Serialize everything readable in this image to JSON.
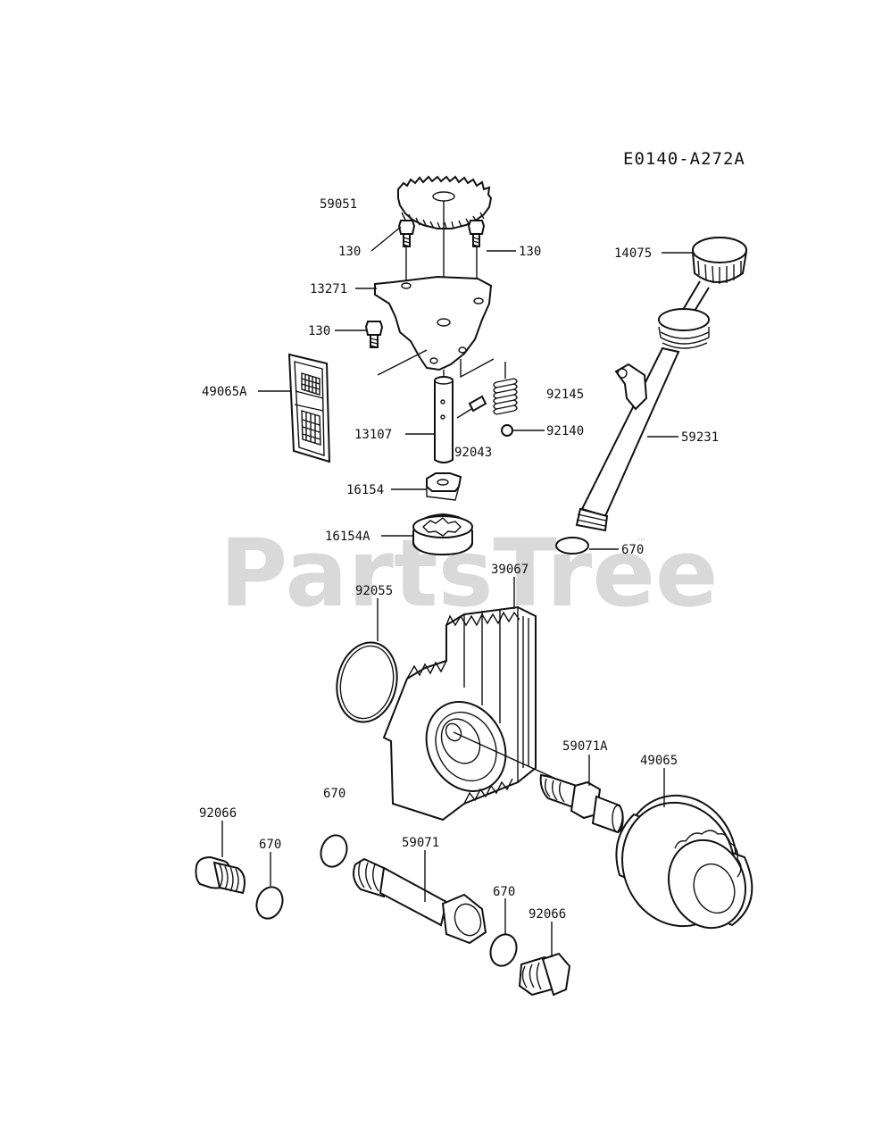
{
  "diagram_code": "E0140-A272A",
  "watermark": {
    "text": "PartsTree",
    "mark": "™"
  },
  "labels": [
    {
      "id": "gear",
      "text": "59051"
    },
    {
      "id": "bolt-left",
      "text": "130"
    },
    {
      "id": "bolt-right",
      "text": "130"
    },
    {
      "id": "plate",
      "text": "13271"
    },
    {
      "id": "bolt-lower",
      "text": "130"
    },
    {
      "id": "screen",
      "text": "49065A"
    },
    {
      "id": "spring",
      "text": "92145"
    },
    {
      "id": "shaft",
      "text": "13107"
    },
    {
      "id": "pin",
      "text": "92043"
    },
    {
      "id": "ball",
      "text": "92140"
    },
    {
      "id": "rotor-inner",
      "text": "16154"
    },
    {
      "id": "rotor-outer",
      "text": "16154A"
    },
    {
      "id": "dipstick",
      "text": "14075"
    },
    {
      "id": "tube",
      "text": "59231"
    },
    {
      "id": "oring-tube",
      "text": "670"
    },
    {
      "id": "cooler",
      "text": "39067"
    },
    {
      "id": "gasket",
      "text": "92055"
    },
    {
      "id": "fitting-a",
      "text": "59071A"
    },
    {
      "id": "filter",
      "text": "49065"
    },
    {
      "id": "oring-mid",
      "text": "670"
    },
    {
      "id": "plug-left",
      "text": "92066"
    },
    {
      "id": "oring-left",
      "text": "670"
    },
    {
      "id": "fitting",
      "text": "59071"
    },
    {
      "id": "oring-right",
      "text": "670"
    },
    {
      "id": "plug-right",
      "text": "92066"
    }
  ]
}
